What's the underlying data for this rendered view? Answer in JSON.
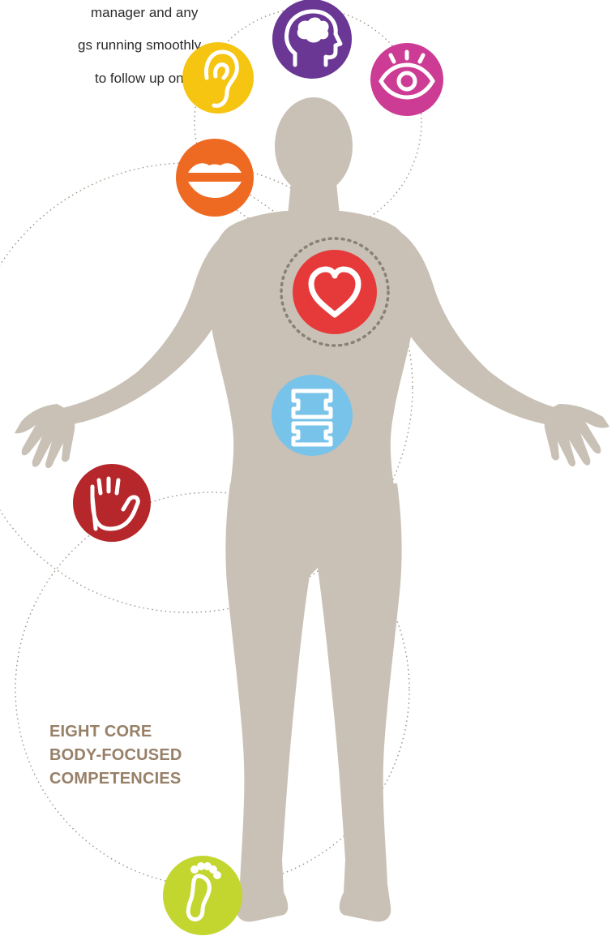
{
  "intro_text": {
    "line_1": "manager and any",
    "line_2": "gs running smoothly.",
    "line_3": "to follow up on"
  },
  "heading": {
    "line_1": "EIGHT CORE",
    "line_2": "BODY-FOCUSED",
    "line_3": "COMPETENCIES"
  },
  "colors": {
    "body": "#c9c1b6",
    "heading": "#978068",
    "brain": "#6a3795",
    "eye": "#cc3c94",
    "ear": "#f6c512",
    "mouth": "#ee6a23",
    "heart": "#e63a3a",
    "spine": "#77c3ea",
    "hand": "#b5272b",
    "foot": "#c2d62f",
    "dotted_line": "#9b9284",
    "heart_ring": "#8a8176"
  },
  "icons": [
    "brain-icon",
    "eye-icon",
    "ear-icon",
    "mouth-icon",
    "heart-icon",
    "spine-icon",
    "hand-icon",
    "foot-icon"
  ]
}
